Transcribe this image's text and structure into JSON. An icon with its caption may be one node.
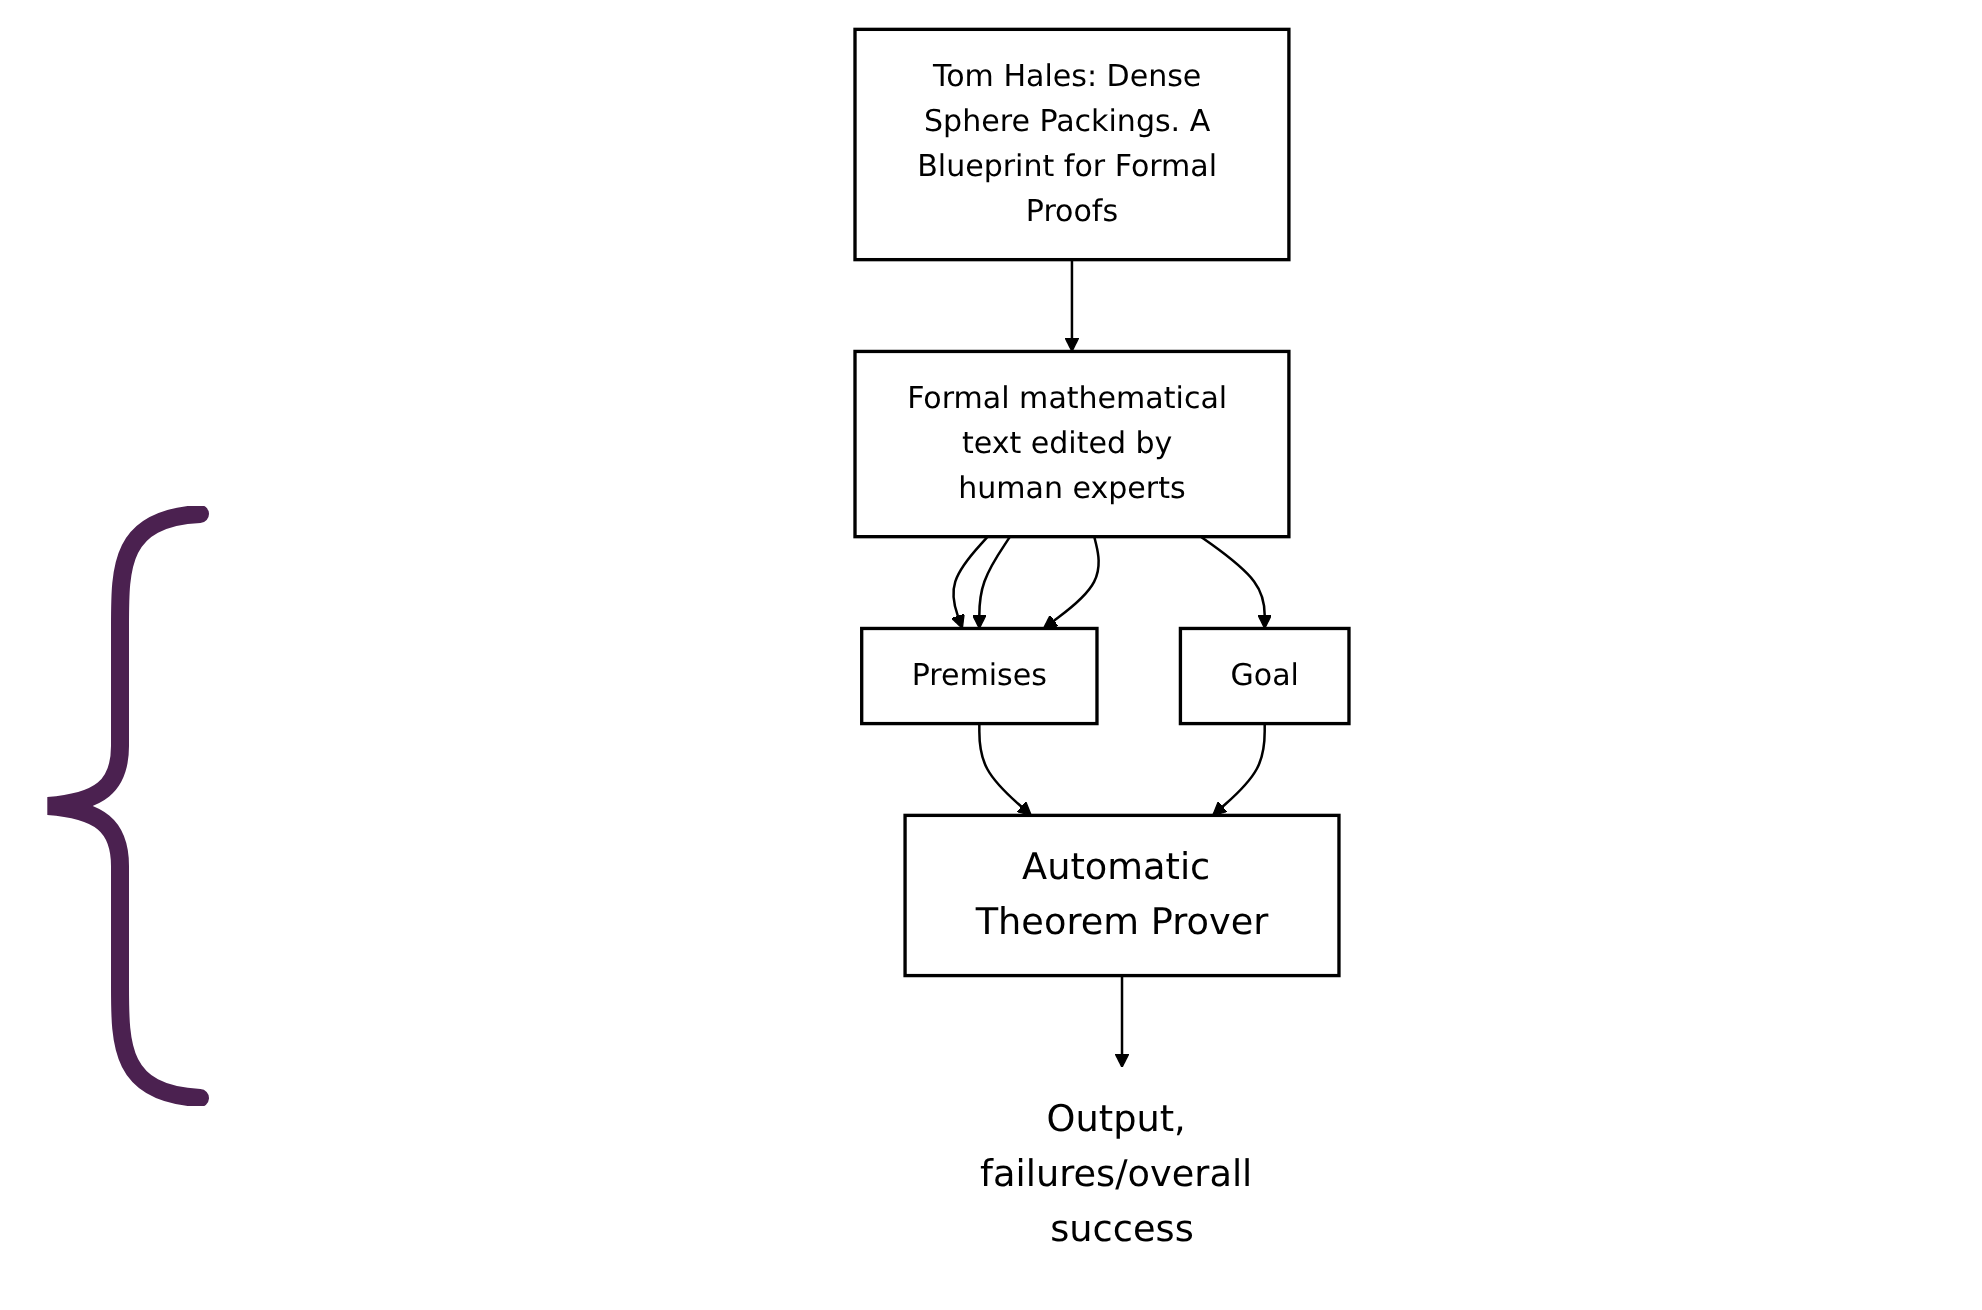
{
  "diagram": {
    "nodes": [
      {
        "text": [
          "Tom Hales: Dense Sphere Packings. A Blueprint for Formal Proofs"
        ]
      },
      {
        "text": [
          "Formal mathematical text edited by human experts"
        ]
      },
      {
        "text": [
          "Premises"
        ]
      },
      {
        "text": [
          "Goal"
        ]
      },
      {
        "text": [
          "Automatic Theorem Prover"
        ]
      },
      {
        "text": [
          "Output, failures/overall success"
        ]
      }
    ],
    "edges": [
      {
        "from": 0,
        "to": 1,
        "arrow": "to"
      },
      {
        "from": 1,
        "to": 2,
        "arrow": "to"
      },
      {
        "from": 1,
        "to": 2,
        "arrow": "to"
      },
      {
        "from": 1,
        "to": 2,
        "arrow": "to"
      },
      {
        "from": 1,
        "to": 3,
        "arrow": "to"
      },
      {
        "from": 2,
        "to": 4,
        "arrow": "to"
      },
      {
        "from": 3,
        "to": 4,
        "arrow": "to"
      },
      {
        "from": 4,
        "to": 5,
        "arrow": "to"
      }
    ]
  }
}
